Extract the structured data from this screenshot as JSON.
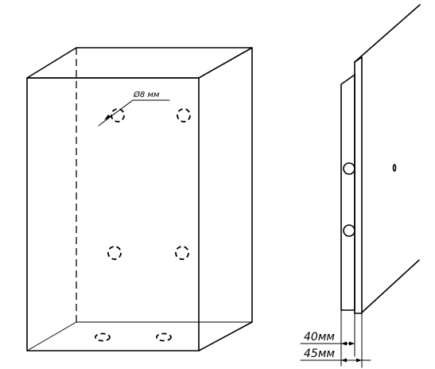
{
  "labels": {
    "hole_diameter": "Ø8 мм",
    "depth_inner": "40мм",
    "depth_outer": "45мм"
  },
  "colors": {
    "line": "#000000",
    "background": "#ffffff"
  }
}
